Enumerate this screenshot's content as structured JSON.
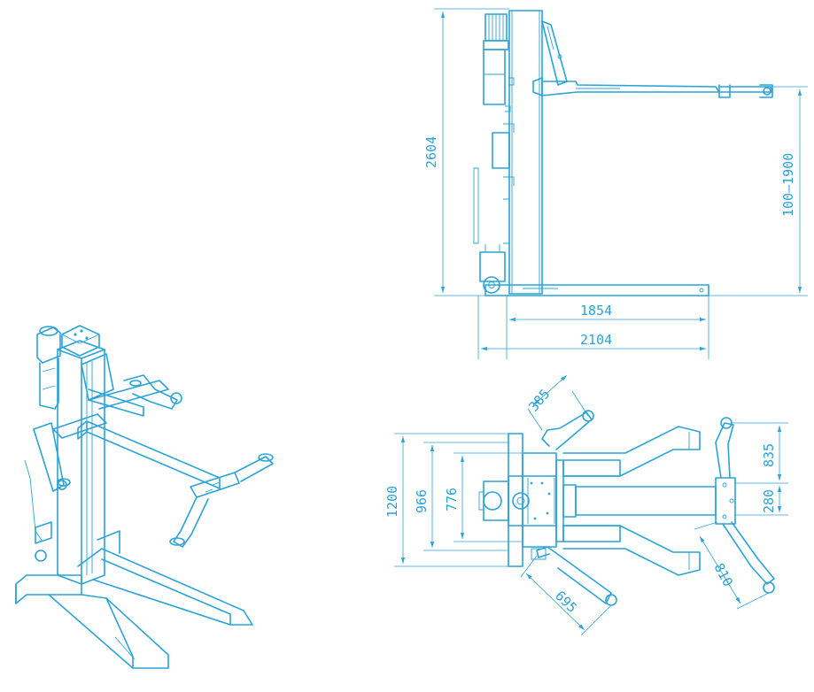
{
  "colors": {
    "line": "#2aa3d8",
    "background": "#ffffff"
  },
  "side_view": {
    "height_total": "2604",
    "lift_range": "100—1900",
    "base_length": "1854",
    "overall_length": "2104"
  },
  "top_view": {
    "width_total": "1200",
    "column_width": "966",
    "carriage_width": "776",
    "short_arm": "385",
    "short_arm_lower": "695",
    "long_arm": "810",
    "arm_spread": "835",
    "arm_offset": "280"
  }
}
